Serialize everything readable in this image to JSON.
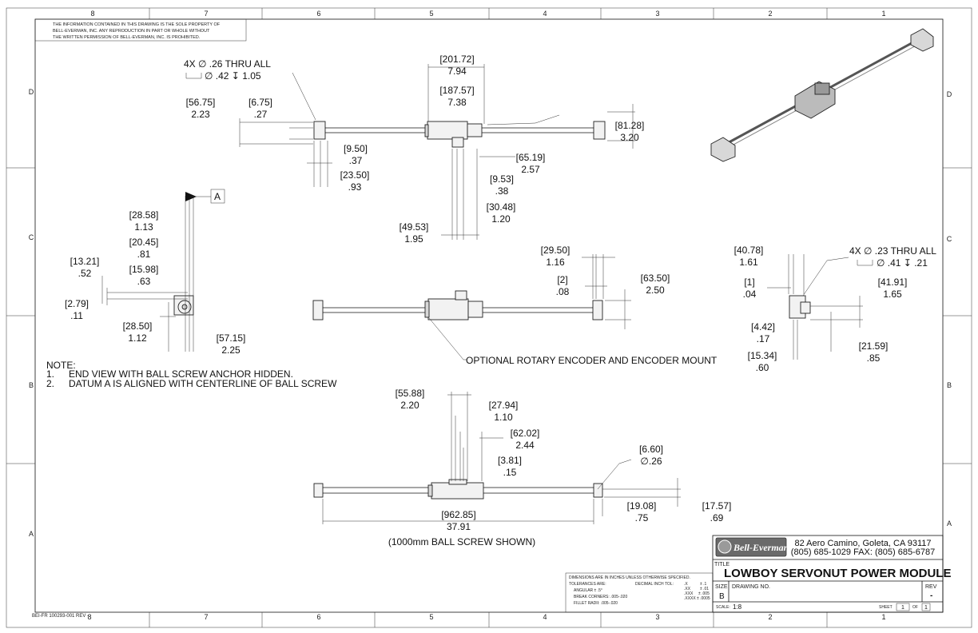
{
  "sheet": {
    "zones_top": [
      "8",
      "7",
      "6",
      "5",
      "4",
      "3",
      "2",
      "1"
    ],
    "zones_side": [
      "D",
      "C",
      "B",
      "A"
    ],
    "proprietary_notice": [
      "THE INFORMATION CONTAINED IN THIS DRAWING IS THE SOLE PROPERTY OF",
      "BELL-EVERMAN, INC. ANY REPRODUCTION IN PART OR WHOLE WITHOUT",
      "THE WRITTEN PERMISSION OF BELL-EVERMAN, INC. IS PROHIBITED."
    ],
    "doc_number": "BEI-FR 100293-001 REV -"
  },
  "top_view": {
    "hole_callout_1": "4X ∅ .26 THRU ALL",
    "hole_callout_2": "∅ .42 ↧ 1.05",
    "dims": [
      {
        "mm": "[201.72]",
        "in": "7.94"
      },
      {
        "mm": "[187.57]",
        "in": "7.38"
      },
      {
        "mm": "[56.75]",
        "in": "2.23"
      },
      {
        "mm": "[6.75]",
        "in": ".27"
      },
      {
        "mm": "[81.28]",
        "in": "3.20"
      },
      {
        "mm": "[9.50]",
        "in": ".37"
      },
      {
        "mm": "[65.19]",
        "in": "2.57"
      },
      {
        "mm": "[23.50]",
        "in": ".93"
      },
      {
        "mm": "[9.53]",
        "in": ".38"
      },
      {
        "mm": "[30.48]",
        "in": "1.20"
      },
      {
        "mm": "[49.53]",
        "in": "1.95"
      }
    ]
  },
  "end_view": {
    "datum": "A",
    "dims": [
      {
        "mm": "[28.58]",
        "in": "1.13"
      },
      {
        "mm": "[20.45]",
        "in": ".81"
      },
      {
        "mm": "[13.21]",
        "in": ".52"
      },
      {
        "mm": "[15.98]",
        "in": ".63"
      },
      {
        "mm": "[2.79]",
        "in": ".11"
      },
      {
        "mm": "[28.50]",
        "in": "1.12"
      },
      {
        "mm": "[57.15]",
        "in": "2.25"
      }
    ]
  },
  "front_view": {
    "dims": [
      {
        "mm": "[29.50]",
        "in": "1.16"
      },
      {
        "mm": "[2]",
        "in": ".08"
      },
      {
        "mm": "[63.50]",
        "in": "2.50"
      }
    ],
    "encoder_label": "OPTIONAL ROTARY ENCODER AND ENCODER MOUNT"
  },
  "right_view": {
    "hole_callout_1": "4X ∅ .23 THRU ALL",
    "hole_callout_2": "∅ .41 ↧ .21",
    "dims": [
      {
        "mm": "[40.78]",
        "in": "1.61"
      },
      {
        "mm": "[1]",
        "in": ".04"
      },
      {
        "mm": "[41.91]",
        "in": "1.65"
      },
      {
        "mm": "[4.42]",
        "in": ".17"
      },
      {
        "mm": "[21.59]",
        "in": ".85"
      },
      {
        "mm": "[15.34]",
        "in": ".60"
      }
    ]
  },
  "notes": {
    "heading": "NOTE:",
    "items": [
      {
        "num": "1.",
        "text": "END VIEW WITH BALL SCREW ANCHOR HIDDEN."
      },
      {
        "num": "2.",
        "text": "DATUM A IS ALIGNED WITH CENTERLINE OF BALL SCREW"
      }
    ]
  },
  "bottom_view": {
    "dims": [
      {
        "mm": "[55.88]",
        "in": "2.20"
      },
      {
        "mm": "[27.94]",
        "in": "1.10"
      },
      {
        "mm": "[62.02]",
        "in": "2.44"
      },
      {
        "mm": "[3.81]",
        "in": ".15"
      },
      {
        "mm": "[6.60]",
        "in": "∅.26"
      },
      {
        "mm": "[962.85]",
        "in": "37.91"
      },
      {
        "mm": "[19.08]",
        "in": ".75"
      },
      {
        "mm": "[17.57]",
        "in": ".69"
      }
    ],
    "caption": "(1000mm BALL SCREW SHOWN)"
  },
  "tolerance_block": {
    "line1": "DIMENSIONS ARE IN INCHES UNLESS OTHERWISE SPECIFIED.",
    "line2a": "TOLERANCES ARE:",
    "line2b": "DECIMAL INCH TOL:",
    "angular": "ANGULAR ± .5°",
    "break_corners": "BREAK CORNERS: .005-.020",
    "fillet": "FILLET RADII: .005-.020",
    "tol_rows": [
      {
        "k": ".X",
        "v": "± .1"
      },
      {
        "k": ".XX",
        "v": "± .01"
      },
      {
        "k": ".XXX",
        "v": "± .005"
      },
      {
        "k": ".XXXX",
        "v": "± .0005"
      }
    ]
  },
  "title_block": {
    "logo": "Bell-Everman",
    "address": "82 Aero Camino, Goleta, CA 93117",
    "phone": "(805) 685-1029 FAX: (805) 685-6787",
    "title_label": "TITLE",
    "title": "LOWBOY SERVONUT POWER MODULE",
    "size_label": "SIZE",
    "size": "B",
    "drawing_no_label": "DRAWING NO.",
    "rev_label": "REV",
    "rev": "-",
    "scale_label": "SCALE:",
    "scale": "1:8",
    "sheet_label": "SHEET",
    "sheet": "1",
    "of_label": "OF",
    "of": "1"
  }
}
